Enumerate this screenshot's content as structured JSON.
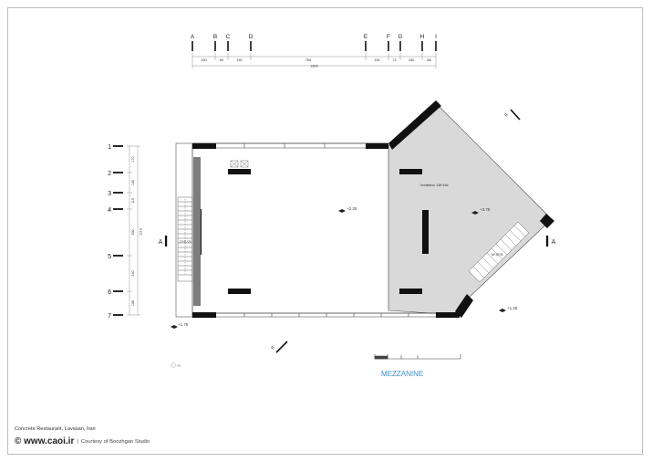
{
  "drawing": {
    "grid_columns": [
      "A",
      "B",
      "C",
      "D",
      "E",
      "F",
      "G",
      "H",
      "I"
    ],
    "column_dims": [
      "150",
      "80",
      "150",
      "760",
      "150",
      "72",
      "150",
      "88"
    ],
    "column_total": "1600",
    "grid_rows": [
      "1",
      "2",
      "3",
      "4",
      "5",
      "6",
      "7"
    ],
    "row_dims": [
      "170",
      "130",
      "115",
      "260",
      "240",
      "108"
    ],
    "row_total": "1110",
    "section_marks": {
      "left": "A",
      "right": "A",
      "bottom": "B",
      "top_right": "B"
    },
    "levels": {
      "main_floor": "+2.25",
      "mezzanine": "+3.75",
      "entrance": "+1.75",
      "exterior": "+1.25"
    },
    "annotations": {
      "void_label": "Ventilation 136*166",
      "stair_label": "17*31*29",
      "stair2_label": "16*18*30",
      "entry_label": "ve"
    },
    "title": "MEZZANINE"
  },
  "captions": {
    "project": "Concrete Restaurant, Lavasan, Iran",
    "site": "© www.caoi.ir",
    "separator": "|",
    "courtesy": "Courtesy of Boozhgan Studio"
  },
  "colors": {
    "wall": "#111111",
    "mezzanine_fill": "#d9d9d9",
    "title": "#3d8fc6",
    "line": "#555555"
  }
}
